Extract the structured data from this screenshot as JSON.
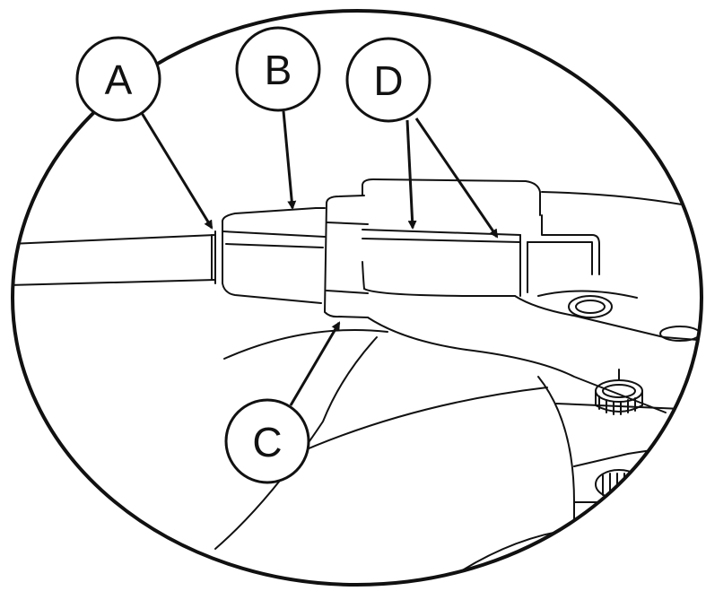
{
  "colors": {
    "line": "#111111",
    "background": "#ffffff"
  },
  "callouts": {
    "a": "A",
    "b": "B",
    "c": "C",
    "d": "D"
  },
  "icons": {
    "arrow": "arrowhead-icon",
    "bolt": "bolt-icon"
  }
}
